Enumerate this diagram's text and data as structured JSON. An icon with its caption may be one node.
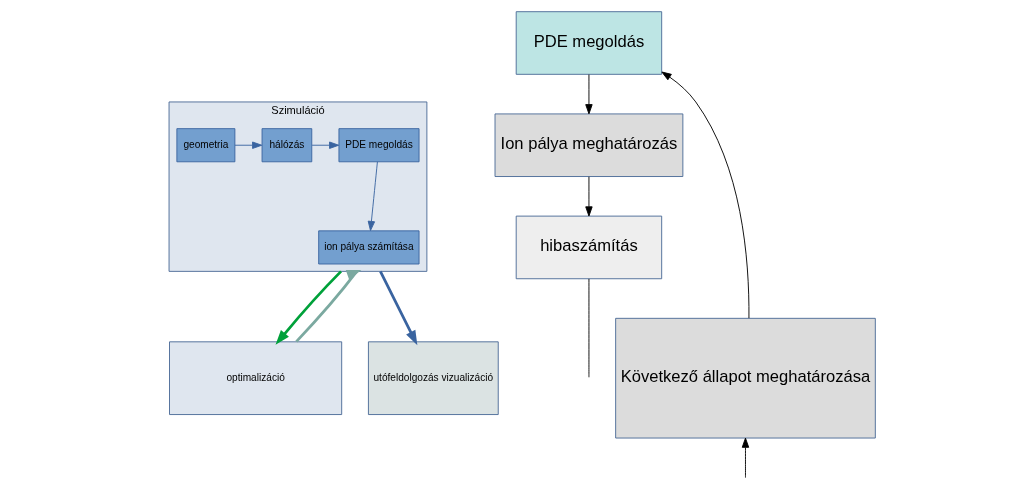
{
  "diagram": {
    "nodes": [
      {
        "text": [
          "Szimuláció"
        ]
      },
      {
        "text": [
          "geometria"
        ],
        "in": 0
      },
      {
        "text": [
          "hálózás"
        ],
        "in": 0
      },
      {
        "text": [
          "PDE megoldás"
        ],
        "in": 0
      },
      {
        "text": [
          "ion pálya számítása"
        ],
        "in": 0
      },
      {
        "text": [
          "optimalizáció"
        ]
      },
      {
        "text": [
          "utófeldolgozás vizualizáció"
        ]
      },
      {
        "text": [
          "PDE megoldás"
        ]
      },
      {
        "text": [
          "Ion pálya meghatározás"
        ]
      },
      {
        "text": [
          "hibaszámítás"
        ]
      },
      {
        "text": [
          "Következő állapot meghatározása"
        ]
      }
    ],
    "edges": [
      {
        "from": 1,
        "to": 2,
        "arrow": "to",
        "color": "#3a64a0"
      },
      {
        "from": 2,
        "to": 3,
        "arrow": "to",
        "color": "#3a64a0"
      },
      {
        "from": 3,
        "to": 4,
        "arrow": "to",
        "color": "#3a64a0"
      },
      {
        "from": 0,
        "to": 5,
        "arrow": "to",
        "style": "thick",
        "color": "#00a13a"
      },
      {
        "from": 5,
        "to": 0,
        "arrow": "to",
        "style": "thick",
        "color": "#7ba9a0"
      },
      {
        "from": 0,
        "to": 6,
        "arrow": "to",
        "style": "thick",
        "color": "#3a64a0"
      },
      {
        "from": 7,
        "to": 8,
        "arrow": "to"
      },
      {
        "from": 8,
        "to": 9,
        "arrow": "to"
      },
      {
        "from": 9,
        "to": null,
        "arrow": "none"
      },
      {
        "from": null,
        "to": 10,
        "arrow": "to"
      },
      {
        "from": 10,
        "to": 7,
        "arrow": "to"
      }
    ]
  }
}
